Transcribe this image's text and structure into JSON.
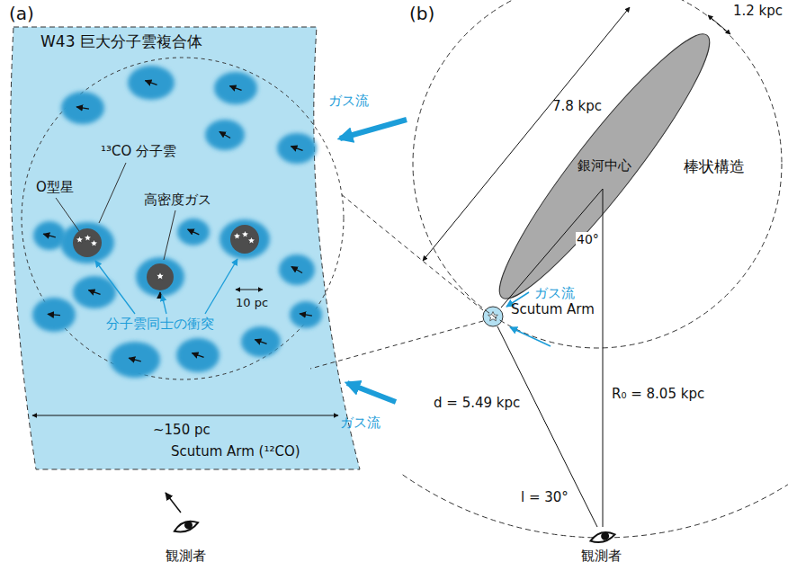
{
  "diagram": {
    "nodes": [
      {
        "text": [
          "Scutum Arm (¹²CO)"
        ]
      },
      {
        "text": [
          "W43 巨大分子雲複合体"
        ],
        "in": 0
      },
      {
        "text": [
          "銀河中心"
        ]
      },
      {
        "text": [
          "Scutum Arm"
        ]
      }
    ],
    "labels": [
      "(a)",
      "(b)",
      "ガス流",
      "ガス流",
      "O型星",
      "¹³CO 分子雲",
      "高密度ガス",
      "10 pc",
      "分子雲同士の衝突",
      "~150 pc",
      "観測者",
      "7.8 kpc",
      "1.2 kpc",
      "棒状構造",
      "40°",
      "ガス流",
      "d = 5.49 kpc",
      "R₀ = 8.05 kpc",
      "l = 30°",
      "観測者"
    ]
  }
}
